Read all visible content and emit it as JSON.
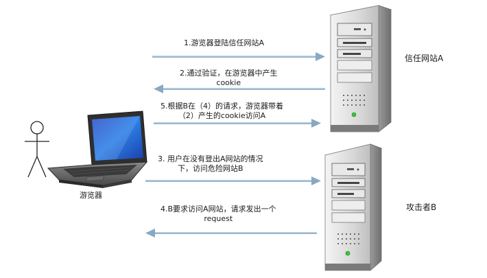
{
  "nodes": {
    "browser": "游览器",
    "trusted_site": "信任网站A",
    "attacker": "攻击者B"
  },
  "steps": [
    {
      "id": "s1",
      "lines": [
        "1.游览器登陆信任网站A"
      ]
    },
    {
      "id": "s2",
      "lines": [
        "2.通过验证，在游览器中产生",
        "cookie"
      ]
    },
    {
      "id": "s5",
      "lines": [
        "5.根据B在（4）的请求，游览器带着",
        "（2）产生的cookie访问A"
      ]
    },
    {
      "id": "s3",
      "lines": [
        "3.  用户在没有登出A网站的情况",
        "下，访问危险网站B"
      ]
    },
    {
      "id": "s4",
      "lines": [
        "4.B要求访问A网站，请求发出一个",
        "request"
      ]
    }
  ],
  "colors": {
    "arrow": "#9dbbd2",
    "server_light": "#e6e6e6",
    "server_dark": "#8a8a8a",
    "led": "#33cc33"
  }
}
